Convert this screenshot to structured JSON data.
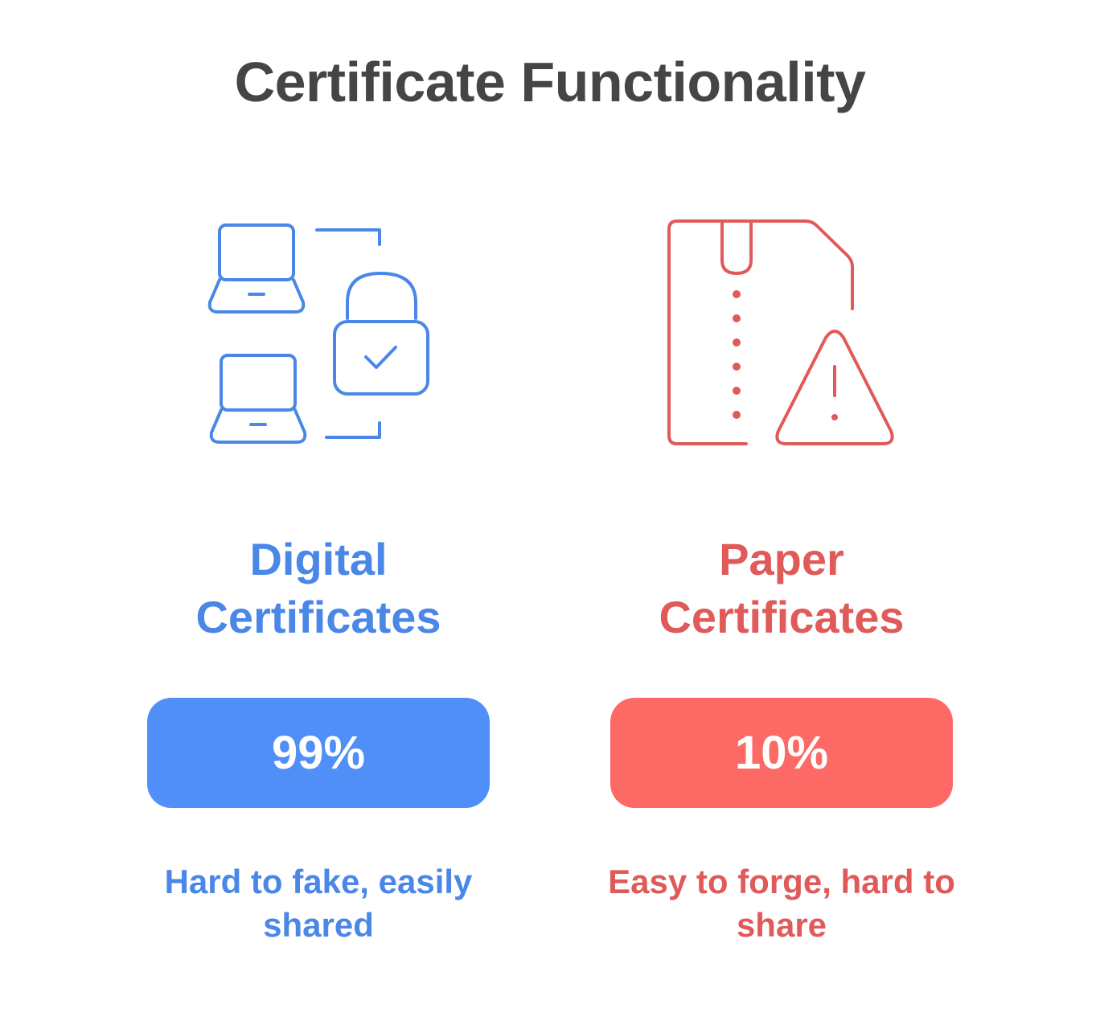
{
  "title": "Certificate Functionality",
  "digital": {
    "heading_line1": "Digital",
    "heading_line2": "Certificates",
    "percent": "99%",
    "caption": "Hard to fake, easily shared",
    "color": "#4a87e6",
    "fill_color": "#4f8ff7",
    "icon": "laptops-lock-check-icon"
  },
  "paper": {
    "heading_line1": "Paper",
    "heading_line2": "Certificates",
    "percent": "10%",
    "caption": "Easy to forge, hard to share",
    "color": "#e05a5a",
    "fill_color": "#fd6a66",
    "icon": "torn-document-warning-icon"
  }
}
